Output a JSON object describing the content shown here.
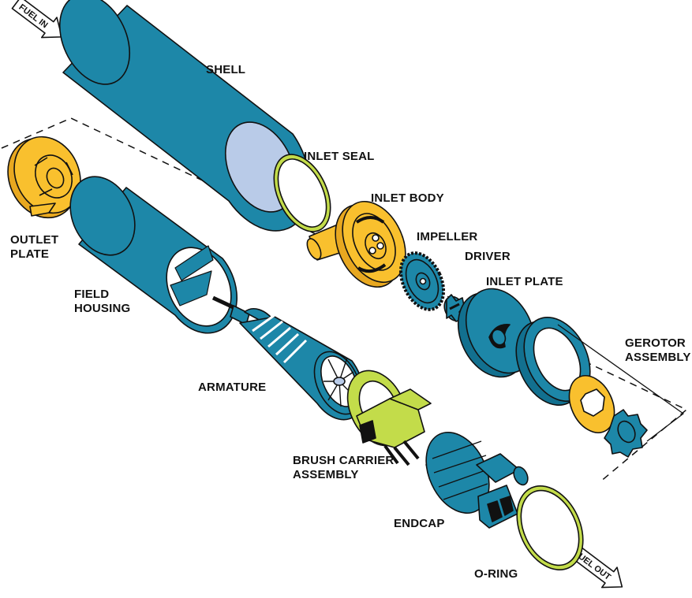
{
  "colors": {
    "blue": "#1d87a8",
    "blue_light": "#b9cbe8",
    "yellow": "#f9c02e",
    "green": "#c3dc4a",
    "outline": "#111111"
  },
  "flow": {
    "fuel_in": "FUEL IN",
    "fuel_out": "FUEL OUT"
  },
  "labels": {
    "shell": "SHELL",
    "inlet_seal": "INLET SEAL",
    "inlet_body": "INLET BODY",
    "impeller": "IMPELLER",
    "driver": "DRIVER",
    "inlet_plate": "INLET PLATE",
    "gerotor_assembly": "GEROTOR\nASSEMBLY",
    "outlet_plate": "OUTLET\nPLATE",
    "field_housing": "FIELD\nHOUSING",
    "armature": "ARMATURE",
    "brush_carrier_assembly": "BRUSH CARRIER\nASSEMBLY",
    "endcap": "ENDCAP",
    "o_ring": "O-RING"
  }
}
